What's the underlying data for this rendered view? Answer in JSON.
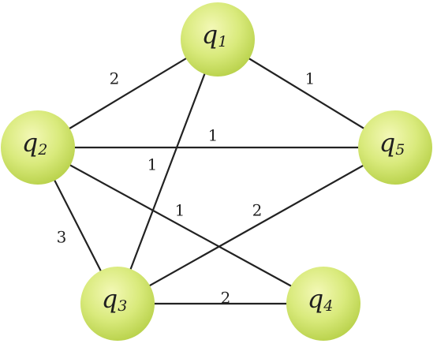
{
  "graph": {
    "nodes": [
      {
        "id": "q1",
        "base": "q",
        "sub": "1"
      },
      {
        "id": "q2",
        "base": "q",
        "sub": "2"
      },
      {
        "id": "q3",
        "base": "q",
        "sub": "3"
      },
      {
        "id": "q4",
        "base": "q",
        "sub": "4"
      },
      {
        "id": "q5",
        "base": "q",
        "sub": "5"
      }
    ],
    "edges": [
      {
        "from": "q1",
        "to": "q2",
        "weight": "2"
      },
      {
        "from": "q1",
        "to": "q5",
        "weight": "1"
      },
      {
        "from": "q1",
        "to": "q3",
        "weight": "1"
      },
      {
        "from": "q2",
        "to": "q5",
        "weight": "1"
      },
      {
        "from": "q2",
        "to": "q4",
        "weight": "1"
      },
      {
        "from": "q2",
        "to": "q3",
        "weight": "3"
      },
      {
        "from": "q3",
        "to": "q5",
        "weight": "2"
      },
      {
        "from": "q3",
        "to": "q4",
        "weight": "2"
      }
    ]
  },
  "colors": {
    "node_fill_center": "#f3f8b6",
    "node_fill_mid": "#d9ea7c",
    "node_fill_edge": "#b8d14a",
    "edge_stroke": "#222222",
    "label_text": "#222222"
  }
}
